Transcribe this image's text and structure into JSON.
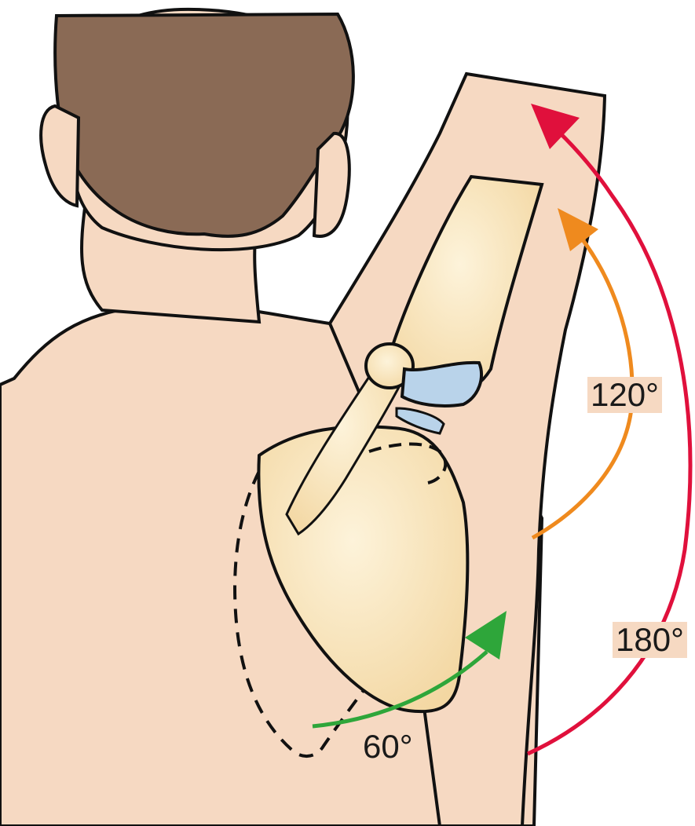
{
  "labels": {
    "angle_60": "60°",
    "angle_120": "120°",
    "angle_180": "180°"
  },
  "colors": {
    "skin": "#f6d9c2",
    "hair": "#8a6a55",
    "bone": "#f8e3b4",
    "cartilage": "#b9d3ea",
    "arrow_60": "#2ea63a",
    "arrow_120": "#ef8a1e",
    "arrow_180": "#e0103c",
    "outline": "#111111"
  }
}
